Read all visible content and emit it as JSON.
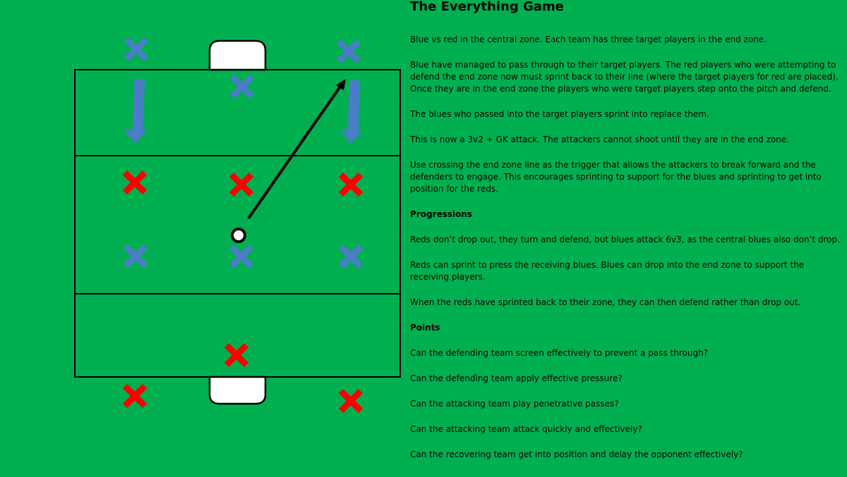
{
  "title": "The Everything Game",
  "paragraphs": [
    "Blue vs red in the central zone. Each team has three target players in the end zone.",
    "Blue have managed to pass through to their target players. The red players who were attempting to defend the end zone now must sprint back to their line (where the target players for red are placed). Once they are in the end zone the players who were target players step onto the pitch and defend.",
    "The blues who passed into the target players sprint into replace them.",
    "This is now a 3v2 + GK attack. The attackers cannot shoot until they are in the end zone.",
    "Use crossing the end zone line as the trigger that allows the attackers to break forward and the defenders to engage. This encourages sprinting to support for the blues and sprinting to get into position for the reds."
  ],
  "progressions": {
    "heading": "Progressions",
    "items": [
      "Reds don’t drop out, they turn and defend, but blues attack 6v3, as the central blues also don’t drop.",
      "Reds can sprint to press the receiving blues. Blues can drop into the end zone to support the receiving players.",
      "When the reds have sprinted back to their zone, they can then defend rather than drop out."
    ]
  },
  "points": {
    "heading": "Points",
    "items": [
      "Can the defending team screen effectively to prevent a pass through?",
      "Can the defending team apply effective pressure?",
      "Can the attacking team play penetrative passes?",
      "Can the attacking team attack quickly and effectively?",
      "Can the recovering team get into position and delay the opponent effectively?"
    ]
  },
  "colors": {
    "pitch": "#00b050",
    "blue_team": "#4a7cc7",
    "red_team": "#ff0000",
    "lines": "#000000"
  }
}
